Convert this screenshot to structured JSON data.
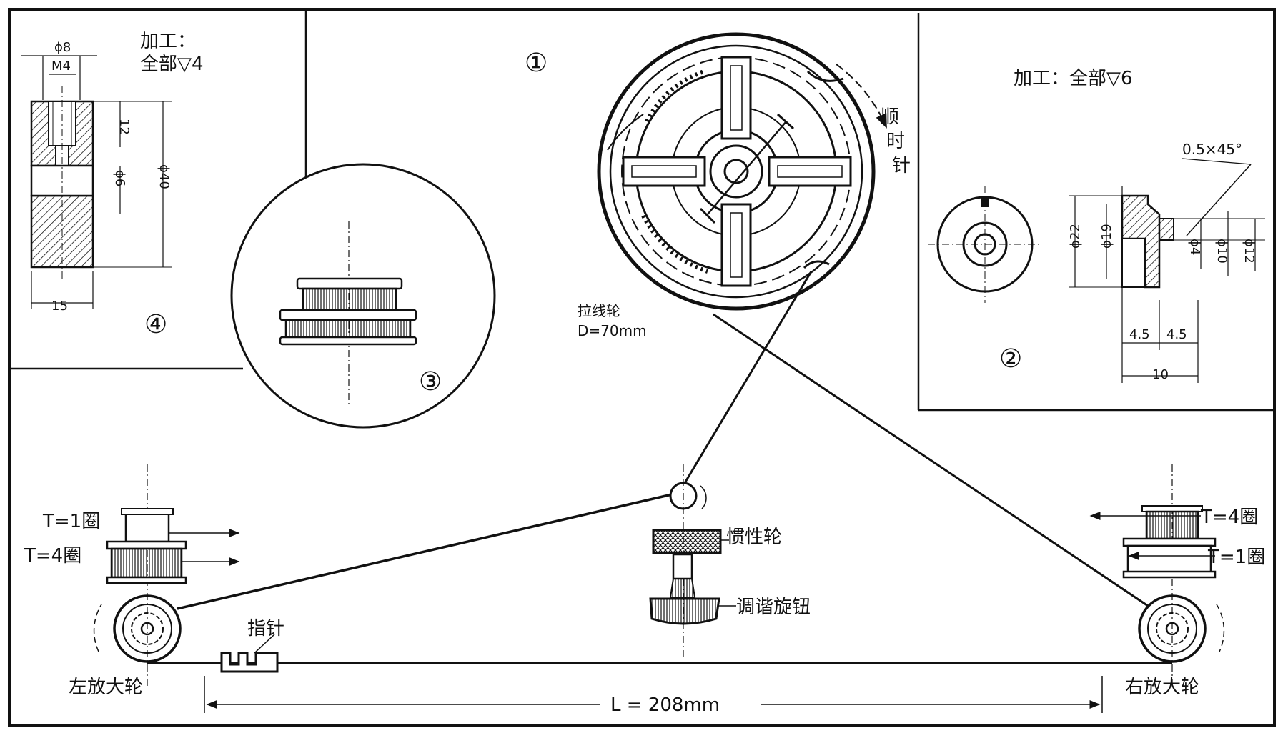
{
  "panel4": {
    "marker": "④",
    "machining_line1": "加工：",
    "machining_line2": "全部▽4",
    "dim_phi8": "ϕ8",
    "dim_m4": "M4",
    "dim_12": "12",
    "dim_phi6": "ϕ6",
    "dim_phi40": "ϕ40",
    "dim_15": "15"
  },
  "panel1": {
    "marker": "①",
    "rotation_word": [
      "顺",
      "时",
      "针"
    ],
    "pulley_name": "拉线轮",
    "pulley_diameter": "D=70mm"
  },
  "panel2": {
    "marker": "②",
    "machining": "加工：全部▽6",
    "chamfer": "0.5×45°",
    "dim_phi22": "ϕ22",
    "dim_phi19": "ϕ19",
    "dim_phi4": "ϕ4",
    "dim_phi10": "ϕ10",
    "dim_phi12": "ϕ12",
    "dim_45a": "4.5",
    "dim_45b": "4.5",
    "dim_10": "10"
  },
  "panel3": {
    "marker": "③"
  },
  "assembly": {
    "left_turns_top": "T=1圈",
    "left_turns_bottom": "T=4圈",
    "right_turns_top": "T=4圈",
    "right_turns_bottom": "T=1圈",
    "inertia_wheel": "惯性轮",
    "tuning_knob": "调谐旋钮",
    "pointer": "指针",
    "left_wheel": "左放大轮",
    "right_wheel": "右放大轮",
    "length": "L = 208mm"
  }
}
